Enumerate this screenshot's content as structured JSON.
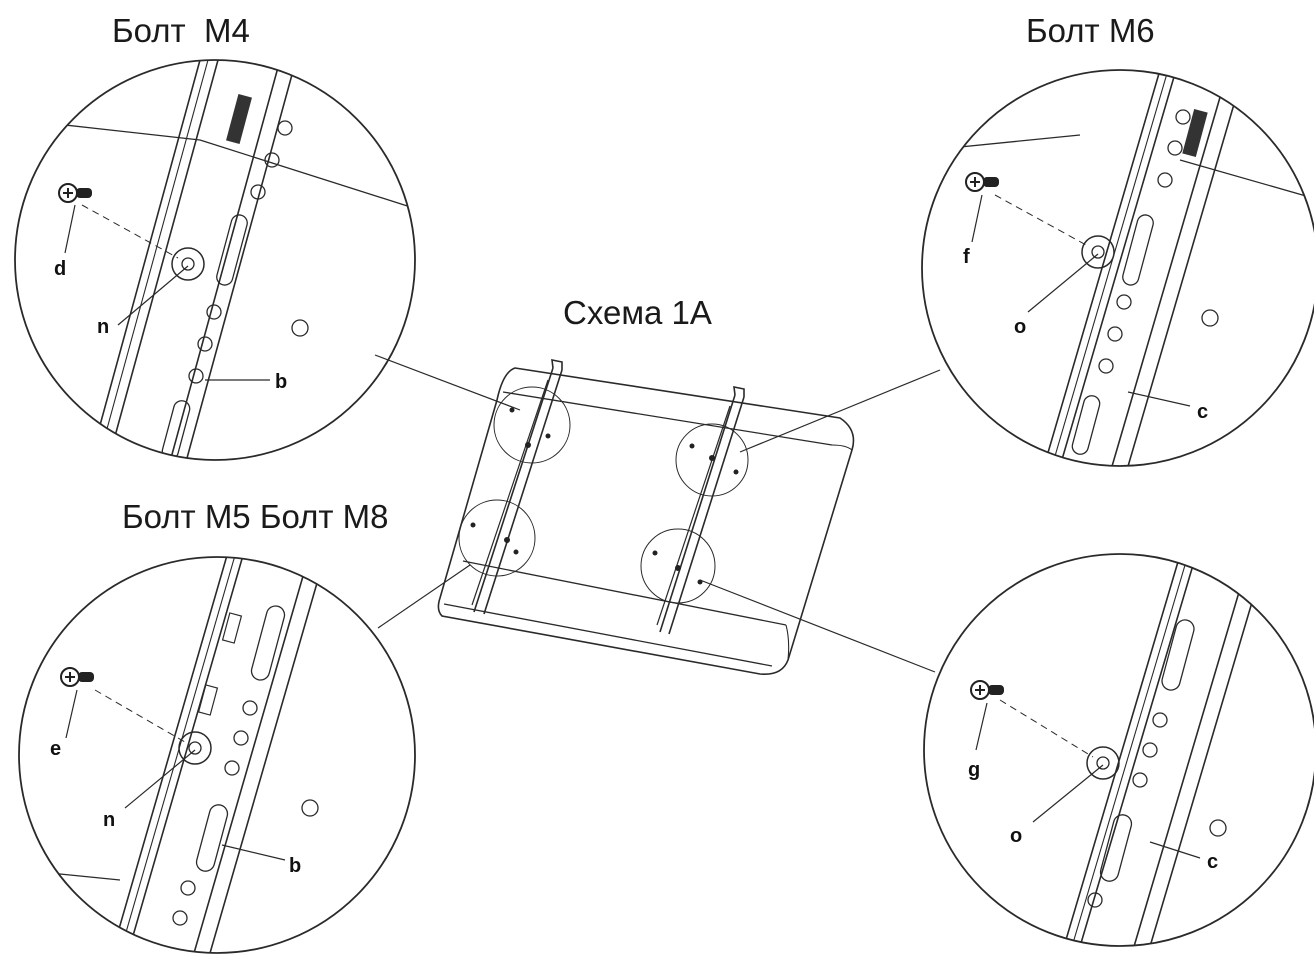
{
  "titles": {
    "top_left": "Болт  М4",
    "top_right": "Болт М6",
    "center": "Схема 1А",
    "bottom_left": "Болт М5 Болт М8"
  },
  "details": {
    "top_left": {
      "screw": "d",
      "washer": "n",
      "bracket": "b"
    },
    "top_right": {
      "screw": "f",
      "washer": "o",
      "bracket": "c"
    },
    "bottom_left": {
      "screw": "e",
      "washer": "n",
      "bracket": "b"
    },
    "bottom_right": {
      "screw": "g",
      "washer": "o",
      "bracket": "c"
    }
  }
}
